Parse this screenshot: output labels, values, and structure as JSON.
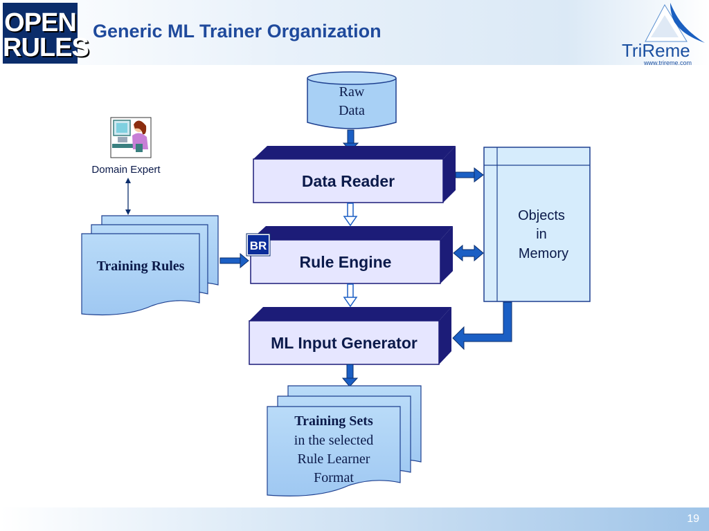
{
  "header": {
    "logo_line1": "OPEN",
    "logo_line2": "RULES",
    "title": "Generic ML Trainer Organization",
    "company_name": "TriReme",
    "company_url": "www.trireme.com"
  },
  "diagram": {
    "raw_data": [
      "Raw",
      "Data"
    ],
    "data_reader": "Data Reader",
    "rule_engine": "Rule Engine",
    "br_badge": "BR",
    "ml_input_generator": "ML Input Generator",
    "objects_in_memory": [
      "Objects",
      "in",
      "Memory"
    ],
    "domain_expert": "Domain Expert",
    "training_rules": "Training Rules",
    "training_sets": [
      "Training Sets",
      "in the selected",
      "Rule Learner",
      "Format"
    ]
  },
  "footer": {
    "page_number": "19"
  },
  "colors": {
    "title_blue": "#1f4a9c",
    "box_fill": "#e6e6ff",
    "box_top": "#1c1c78",
    "doc_fill": "#a8d0f5",
    "memory_fill": "#d6ecfc",
    "arrow_blue": "#1b5fc4",
    "logo_bg": "#0b2d6b"
  }
}
